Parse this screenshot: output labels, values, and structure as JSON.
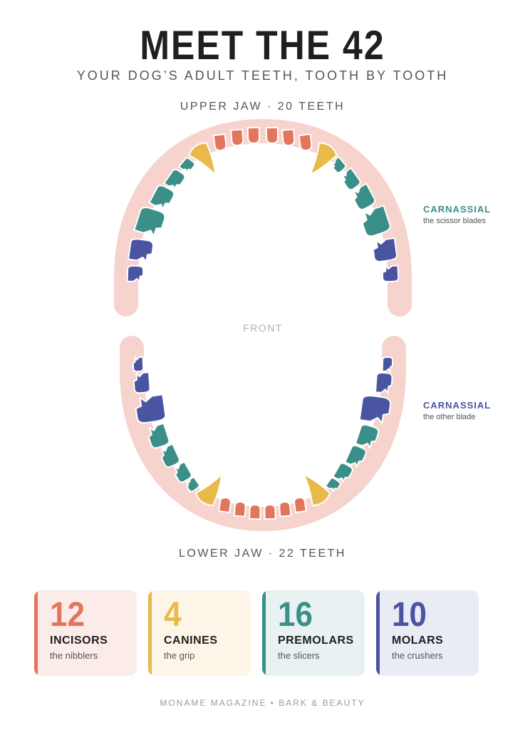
{
  "title": "MEET THE 42",
  "subtitle": "YOUR DOG’S ADULT TEETH, TOOTH BY TOOTH",
  "upper_jaw": {
    "label": "UPPER JAW · 20 TEETH"
  },
  "lower_jaw": {
    "label": "LOWER JAW · 22 TEETH"
  },
  "front_label": "FRONT",
  "annotations": {
    "upper": {
      "title": "CARNASSIAL",
      "subtitle": "the scissor blades",
      "color": "#3a9089"
    },
    "lower": {
      "title": "CARNASSIAL",
      "subtitle": "the other blade",
      "color": "#4a55a2"
    }
  },
  "colors": {
    "incisor": "#e2765c",
    "canine": "#e9b949",
    "premolar": "#3a9089",
    "molar": "#4a55a2",
    "gum": "#f6d3cd"
  },
  "legend": [
    {
      "count": "12",
      "name": "INCISORS",
      "desc": "the nibblers",
      "color": "#e2765c"
    },
    {
      "count": "4",
      "name": "CANINES",
      "desc": "the grip",
      "color": "#e9b949"
    },
    {
      "count": "16",
      "name": "PREMOLARS",
      "desc": "the slicers",
      "color": "#3a9089"
    },
    {
      "count": "10",
      "name": "MOLARS",
      "desc": "the crushers",
      "color": "#4a55a2"
    }
  ],
  "footer": "MONAME MAGAZINE • BARK & BEAUTY"
}
